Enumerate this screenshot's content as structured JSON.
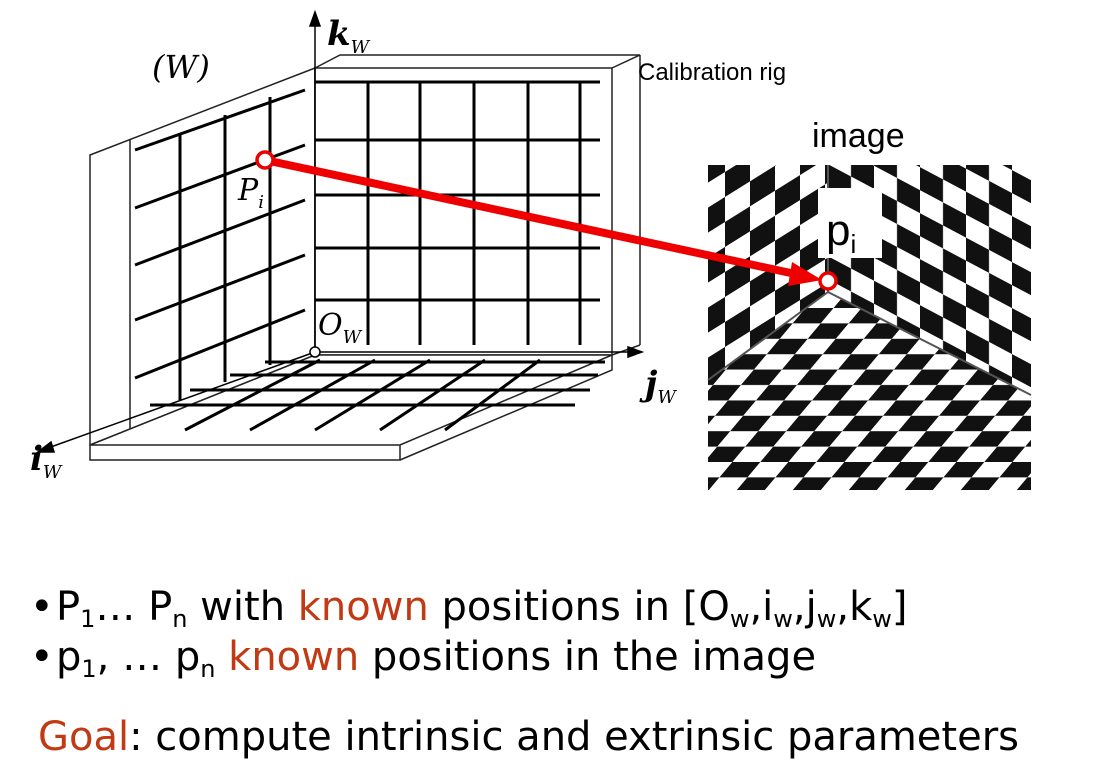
{
  "rig": {
    "world_label": "(W)",
    "axis_k": "k",
    "axis_j": "j",
    "axis_i": "i",
    "axis_sub": "W",
    "origin": "O",
    "origin_sub": "W",
    "point": "P",
    "point_sub": "i",
    "title": "Calibration rig"
  },
  "image": {
    "title": "image",
    "point": "p",
    "point_sub": "i"
  },
  "arrow_color": "#ee0000",
  "accent_color": "#c03a14",
  "bullets": [
    {
      "bullet": "•",
      "p1": "P",
      "p1_sub": "1",
      "dots": "… ",
      "pn": "P",
      "pn_sub": "n",
      "pre": " with ",
      "key": "known",
      "post": " positions in [",
      "o": "O",
      "o_sub": "w",
      "i": ",i",
      "i_sub": "w",
      "j": ",j",
      "j_sub": "w",
      "k": ",k",
      "k_sub": "w",
      "close": "]"
    },
    {
      "bullet": "•",
      "p1": "p",
      "p1_sub": "1",
      "dots": ", … ",
      "pn": "p",
      "pn_sub": "n",
      "pre": " ",
      "key": "known",
      "post": " positions in the image"
    }
  ],
  "goal": {
    "key": "Goal",
    "text": ": compute  intrinsic and extrinsic parameters"
  }
}
